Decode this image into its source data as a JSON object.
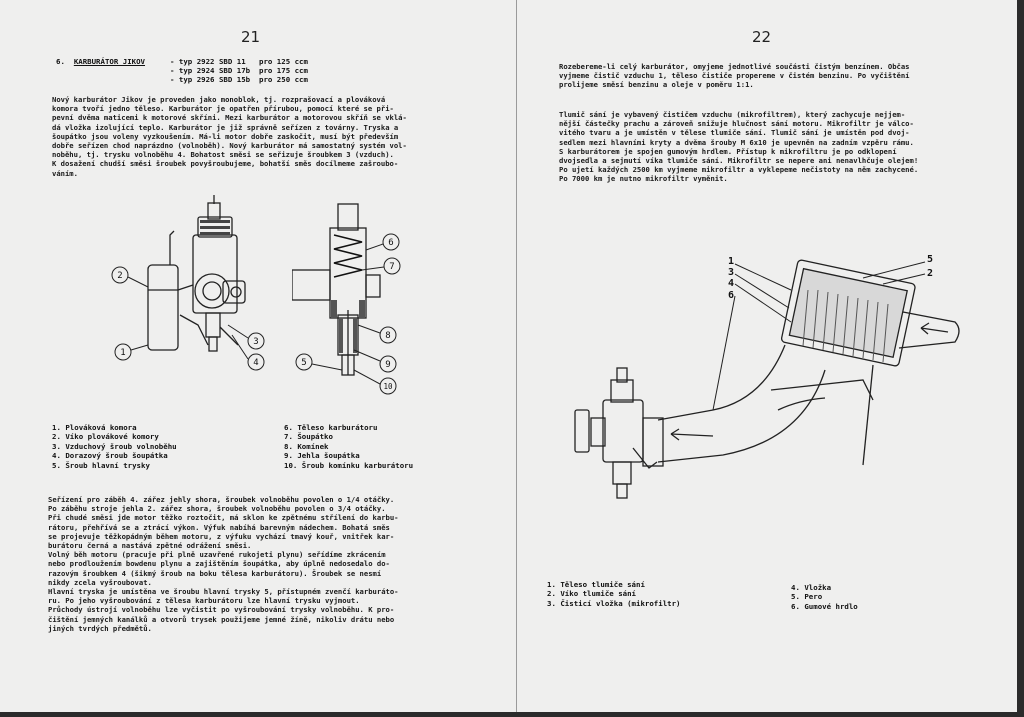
{
  "page_left": {
    "number": "21",
    "header": {
      "section_no": "6.",
      "title": "KARBURÁTOR JIKOV",
      "types": [
        "- typ 2922 SBD 11   pro 125 ccm",
        "- typ 2924 SBD 17b  pro 175 ccm",
        "- typ 2926 SBD 15b  pro 250 ccm"
      ]
    },
    "intro_lines": [
      "Nový karburátor Jikov je proveden jako monoblok, tj. rozprašovací a plováková",
      "komora tvoří jedno těleso. Karburátor je opatřen přírubou, pomocí které se při-",
      "pevní dvěma maticemi k motorové skříni. Mezi karburátor a motorovou skříň se vklá-",
      "dá vložka izolující teplo. Karburátor je již správně seřízen z továrny. Tryska a",
      "šoupátko jsou voleny vyzkoušením. Má-li motor dobře zaskočit, musí být především",
      "dobře seřízen chod naprázdno (volnoběh). Nový karburátor má samostatný systém vol-",
      "noběhu, tj. trysku volnoběhu 4. Bohatost směsi se seřizuje šroubkem 3 (vzduch).",
      "K dosažení chudší směsi šroubek povyšroubujeme, bohatší směs docílmeme zašroubo-",
      "váním."
    ],
    "parts_col1": [
      "1. Plováková komora",
      "2. Víko plovákové komory",
      "3. Vzduchový šroub volnoběhu",
      "4. Dorazový šroub šoupátka",
      "5. Šroub hlavní trysky"
    ],
    "parts_col2": [
      "6. Těleso karburátoru",
      "7. Šoupátko",
      "8. Komínek",
      "9. Jehla šoupátka",
      "10. Šroub komínku karburátoru"
    ],
    "callouts": [
      "1",
      "2",
      "3",
      "4",
      "5",
      "6",
      "7",
      "8",
      "9",
      "10"
    ],
    "body_lines": [
      "Seřízení pro záběh 4. zářez jehly shora, šroubek volnoběhu povolen o 1/4 otáčky.",
      "Po záběhu stroje jehla 2. zářez shora, šroubek volnoběhu povolen o 3/4 otáčky.",
      "Při chudé směsi jde motor těžko roztočit, má sklon ke zpětnému střílení do karbu-",
      "rátoru, přehřívá se a ztrácí výkon. Výfuk nabíhá barevným nádechem. Bohatá směs",
      "se projevuje těžkopádným během motoru, z výfuku vychází tmavý kouř, vnitřek kar-",
      "burátoru černá a nastává zpětné odrážení směsi.",
      "Volný běh motoru (pracuje při plně uzavřené rukojeti plynu) seřídíme zkrácením",
      "nebo prodloužením bowdenu plynu a zajištěním šoupátka, aby úplně nedosedalo do-",
      "razovým šroubkem 4 (šikmý šroub na boku tělesa karburátoru). Šroubek se nesmí",
      "nikdy zcela vyšroubovat.",
      "Hlavní tryska je umístěna ve šroubu hlavní trysky 5, přístupném zvenčí karburáto-",
      "ru. Po jeho vyšroubování z tělesa karburátoru lze hlavní trysku vyjmout.",
      "Průchody ústrojí volnoběhu lze vyčistit po vyšroubování trysky volnoběhu. K pro-",
      "čištění jemných kanálků a otvorů trysek použijeme jemné žíně, nikoliv drátu nebo",
      "jiných tvrdých předmětů."
    ]
  },
  "page_right": {
    "number": "22",
    "para1_lines": [
      "Rozebereme-li celý karburátor, omyjeme jednotlivé součásti čistým benzínem. Občas",
      "vyjmeme čistič vzduchu 1, těleso čističe propereme v čistém benzinu. Po vyčištění",
      "prolijeme směsí benzinu a oleje v poměru 1:1."
    ],
    "para2_lines": [
      "Tlumič sání je vybavený čističem vzduchu (mikrofiltrem), který zachycuje nejjem-",
      "nější částečky prachu a zároveň snižuje hlučnost sání motoru. Mikrofiltr je válco-",
      "vitého tvaru a je umístěn v tělese tlumiče sání. Tlumič sání je umístěn pod dvoj-",
      "sedlem mezi hlavními kryty a dvěma šrouby M 6x10 je upevněn na zadním vzpěru rámu.",
      "S karburátorem je spojen gumovým hrdlem. Přístup k mikrofiltru je po odklopení",
      "dvojsedla a sejmutí víka tlumiče sání. Mikrofiltr se nepere ani nenavlhčuje olejem!",
      "Po ujetí každých 2500 km vyjmeme mikrofiltr a vyklepeme nečistoty na něm zachycené.",
      "Po 7000 km je nutno mikrofiltr vyměnit."
    ],
    "callouts": [
      "1",
      "3",
      "4",
      "6",
      "5",
      "2"
    ],
    "parts_col1": [
      "1. Těleso tlumiče sání",
      "2. Víko tlumiče sání",
      "3. Čisticí vložka (mikrofiltr)"
    ],
    "parts_col2": [
      "4. Vložka",
      "5. Pero",
      "6. Gumové hrdlo"
    ]
  }
}
